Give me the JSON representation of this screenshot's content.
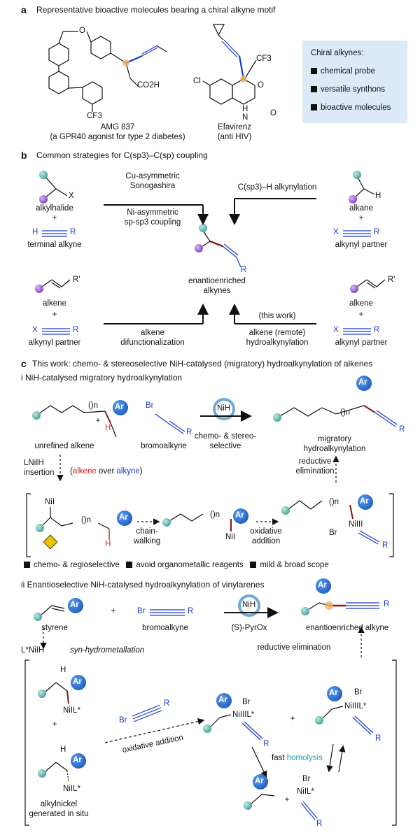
{
  "panel_a": {
    "letter": "a",
    "title": "Representative bioactive molecules bearing a chiral alkyne motif",
    "amg_name": "AMG 837",
    "amg_desc": "(a GPR40 agonist for type 2 diabetes)",
    "efa_name": "Efavirenz",
    "efa_desc": "(anti HIV)",
    "cf3": "CF3",
    "co2h": "CO2H",
    "cl": "Cl",
    "o": "O",
    "h": "H",
    "n": "N",
    "box_title": "Chiral alkynes:",
    "box_items": [
      "chemical probe",
      "versatile synthons",
      "bioactive molecules"
    ]
  },
  "panel_b": {
    "letter": "b",
    "title": "Common strategies for C(sp3)–C(sp) coupling",
    "alkylhalide": "alkylhalide",
    "terminal_alkyne": "terminal alkyne",
    "alkane": "alkane",
    "alkynyl_partner": "alkynyl partner",
    "alkene": "alkene",
    "cu_label": "Cu-asymmetric",
    "sonogashira": "Sonogashira",
    "ni_label": "Ni-asymmetric",
    "spsp3": "sp-sp3 coupling",
    "ch_alkynylation": "C(sp3)–H alkynylation",
    "enantio": "enantioenriched",
    "alkynes": "alkynes",
    "this_work": "(this work)",
    "alkene_difunc_1": "alkene",
    "alkene_difunc_2": "difunctionalization",
    "hydro_1": "alkene (remote)",
    "hydro_2": "hydroalkynylation",
    "x": "X",
    "r": "R",
    "r_prime": "R'",
    "h": "H",
    "plus": "+"
  },
  "panel_c": {
    "letter": "c",
    "title": "This work: chemo- & stereoselective NiH-catalysed (migratory) hydroalkynylation of alkenes",
    "sub_i": "i NiH-catalysed migratory hydroalkynylation",
    "unrefined": "unrefined alkene",
    "bromoalkyne": "bromoalkyne",
    "nih": "NiH",
    "chemo_stereo_1": "chemo- & stereo-",
    "chemo_stereo_2": "selective",
    "migratory_1": "migratory",
    "migratory_2": "hydroalkynylation",
    "lnih": "LNiIH",
    "insertion": "insertion",
    "alkene_word": "alkene",
    "over_word": " over ",
    "alkyne_word": "alkyne",
    "reductive_1": "reductive",
    "reductive_2": "elimination",
    "chain_1": "chain-",
    "chain_2": "walking",
    "ox_1": "oxidative",
    "ox_2": "addition",
    "ni_i": "NiI",
    "ni_iii": "NiIII",
    "br": "Br",
    "ar": "Ar",
    "n_sub": "()n",
    "bullets": [
      "chemo- & regioselective",
      "avoid organometallic reagents",
      "mild & broad scope"
    ],
    "sub_ii": "ii Enantioselective NiH-catalysed hydroalkynylation of vinylarenes",
    "styrene": "styrene",
    "pyrox": "(S)-PyrOx",
    "enantio_alkyne": "enantioenriched alkyne",
    "lstar_nih": "L*NiIH",
    "syn_hydro": "syn-hydrometallation",
    "reductive_elim": "reductive elimination",
    "ox_add": "oxidative addition",
    "nii_lstar": "NiIL*",
    "niiii_lstar": "NiIIIL*",
    "fast": "fast ",
    "homolysis": "homolysis",
    "alkylnickel_1": "alkylnickel",
    "alkylnickel_2": "generated in situ"
  },
  "colors": {
    "blue": "#1a39c9",
    "teal_ball": "#5fb8b0",
    "purple_ball": "#9a5ad6",
    "ar_circle": "#2f74d0",
    "orange_bond": "#f3b066",
    "dark_red_bond": "#8a1414",
    "box_bg": "#dbeaf6"
  }
}
